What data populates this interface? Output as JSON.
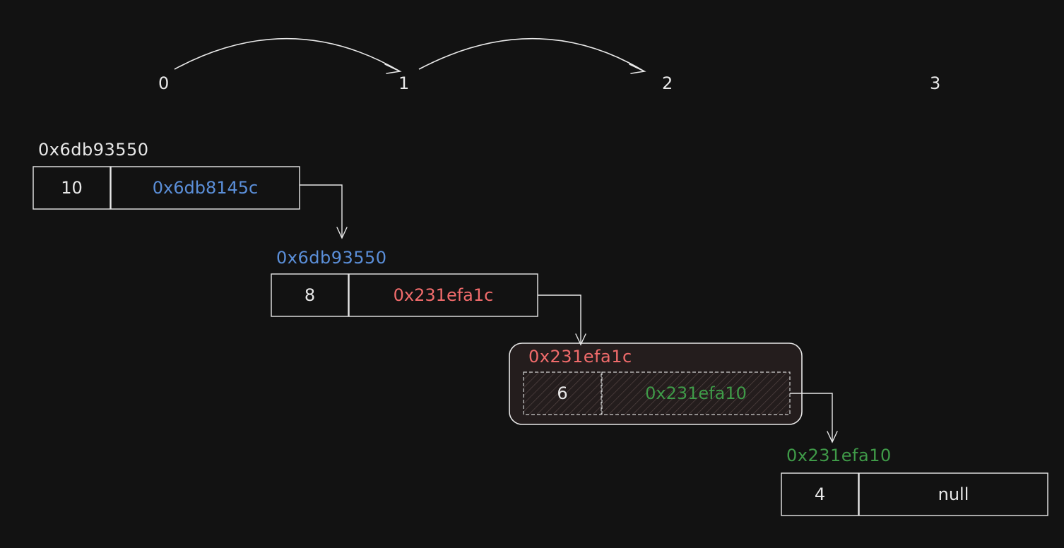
{
  "colors": {
    "background": "#121212",
    "stroke": "#e8e8e8",
    "blue": "#5b8fd9",
    "red": "#f06b6b",
    "green": "#3f9a48"
  },
  "indices": [
    "0",
    "1",
    "2",
    "3"
  ],
  "nodes": [
    {
      "address": "0x6db93550",
      "address_color": "stroke",
      "value": "10",
      "next": "0x6db8145c",
      "next_color": "blue",
      "highlighted": false
    },
    {
      "address": "0x6db93550",
      "address_color": "blue",
      "value": "8",
      "next": "0x231efa1c",
      "next_color": "red",
      "highlighted": false
    },
    {
      "address": "0x231efa1c",
      "address_color": "red",
      "value": "6",
      "next": "0x231efa10",
      "next_color": "green",
      "highlighted": true
    },
    {
      "address": "0x231efa10",
      "address_color": "green",
      "value": "4",
      "next": "null",
      "next_color": "stroke",
      "highlighted": false
    }
  ]
}
